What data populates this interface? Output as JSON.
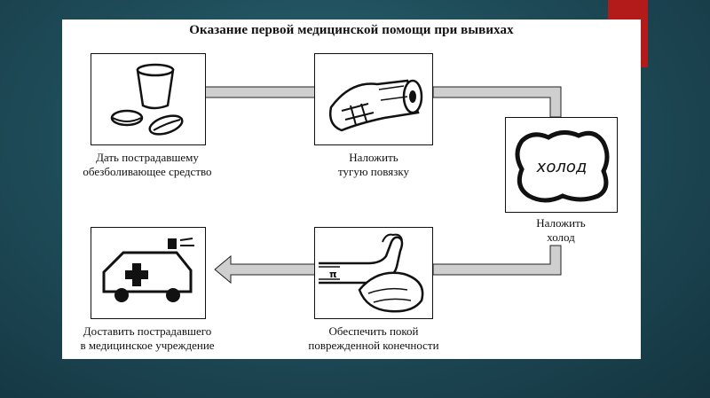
{
  "title": "Оказание первой медицинской помощи при вывихах",
  "steps": [
    {
      "line1": "Дать пострадавшему",
      "line2": "обезболивающее средство",
      "icon": "cup-and-pills-icon"
    },
    {
      "line1": "Наложить",
      "line2": "тугую повязку",
      "icon": "bandage-roll-icon"
    },
    {
      "line1": "Наложить",
      "line2": "холод",
      "icon": "cold-pack-icon",
      "pack_text": "холод"
    },
    {
      "line1": "Обеспечить покой",
      "line2": "поврежденной конечности",
      "icon": "immobilized-limb-icon"
    },
    {
      "line1": "Доставить пострадавшего",
      "line2": "в медицинское учреждение",
      "icon": "ambulance-icon"
    }
  ],
  "colors": {
    "background": "#1f4d5a",
    "accent": "#b31a1a",
    "arrow": "#c8c8c8"
  }
}
